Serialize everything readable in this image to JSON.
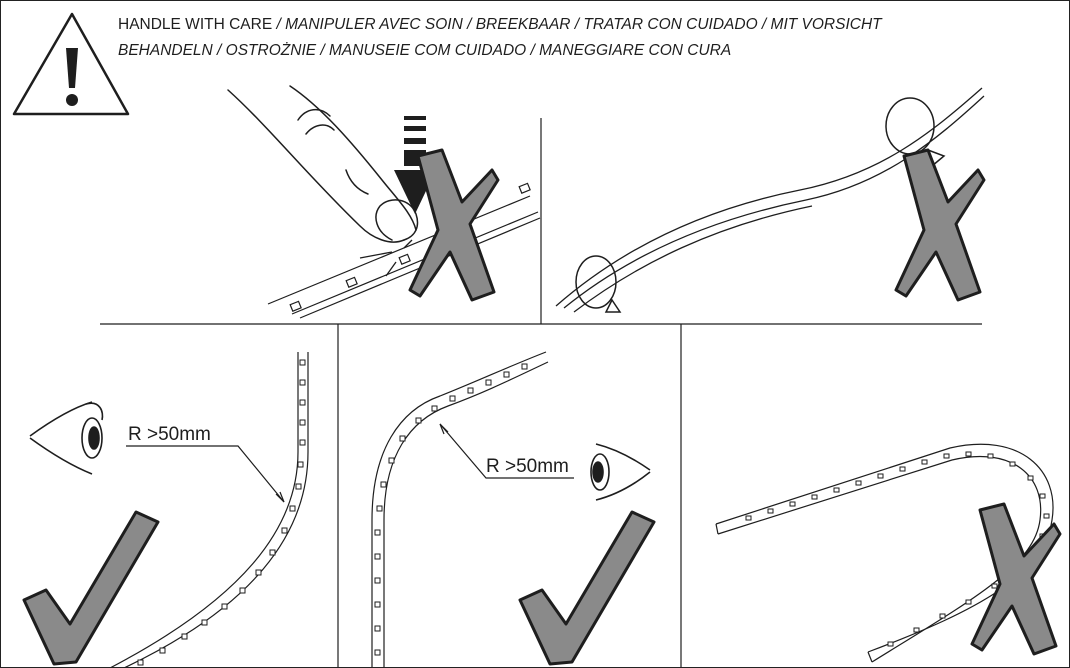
{
  "warning": {
    "title": "HANDLE WITH CARE",
    "line1_rest": " / MANIPULER AVEC SOIN / BREEKBAAR / TRATAR CON CUIDADO / MIT VORSICHT",
    "line2": "BEHANDELN / OSTROŻNIE / MANUSEIE COM CUIDADO / MANEGGIARE CON CURA",
    "icon": "exclamation-triangle-icon"
  },
  "panels": [
    {
      "id": "press",
      "verdict": "wrong",
      "icon": "cross-icon"
    },
    {
      "id": "twist",
      "verdict": "wrong",
      "icon": "cross-icon"
    },
    {
      "id": "bend-flat",
      "verdict": "correct",
      "icon": "check-icon",
      "radius_label": "R >50mm"
    },
    {
      "id": "bend-side",
      "verdict": "correct",
      "icon": "check-icon",
      "radius_label": "R >50mm"
    },
    {
      "id": "bend-edge",
      "verdict": "wrong",
      "icon": "cross-icon"
    }
  ],
  "colors": {
    "line": "#1e1e1e",
    "mark_fill": "#8a8a8a",
    "background": "#ffffff"
  }
}
